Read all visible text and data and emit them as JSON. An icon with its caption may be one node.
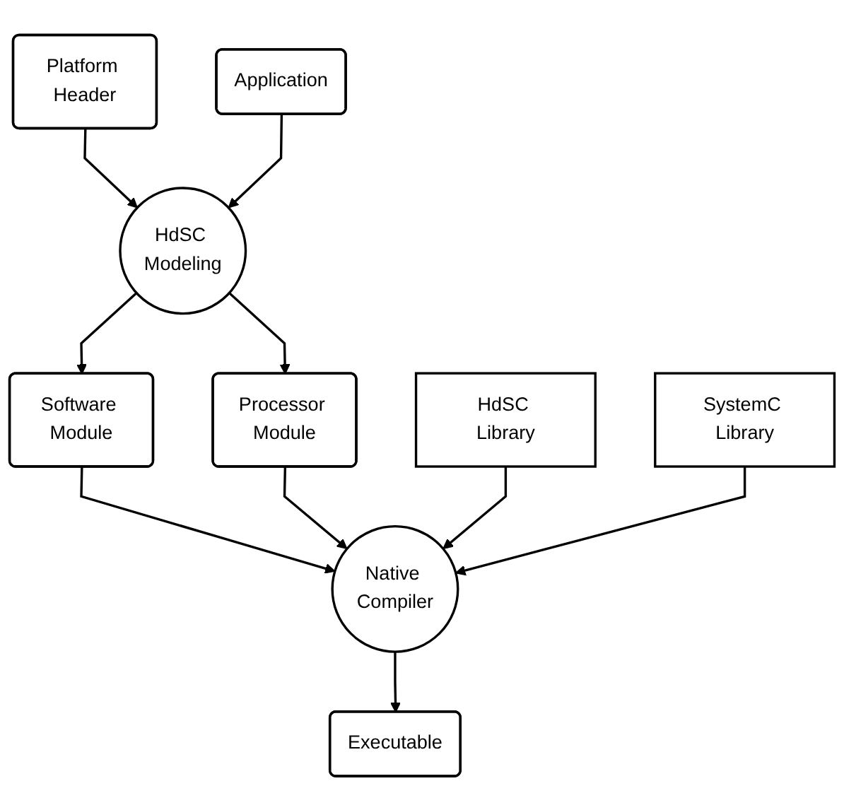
{
  "diagram": {
    "nodes": [
      {
        "text": [
          "Platform Header"
        ]
      },
      {
        "text": [
          "Application"
        ]
      },
      {
        "text": [
          "HdSC Modeling"
        ]
      },
      {
        "text": [
          "Software Module"
        ]
      },
      {
        "text": [
          "Processor Module"
        ]
      },
      {
        "text": [
          "HdSC Library"
        ]
      },
      {
        "text": [
          "Native Compiler"
        ]
      },
      {
        "text": [
          "SystemC Library"
        ]
      },
      {
        "text": [
          "Executable"
        ]
      }
    ],
    "edges": [
      {
        "from": 0,
        "to": 2,
        "arrow": "to"
      },
      {
        "from": 1,
        "to": 2,
        "arrow": "to"
      },
      {
        "from": 2,
        "to": 3,
        "arrow": "to"
      },
      {
        "from": 2,
        "to": 4,
        "arrow": "to"
      },
      {
        "from": 3,
        "to": 6,
        "arrow": "to"
      },
      {
        "from": 4,
        "to": 6,
        "arrow": "to"
      },
      {
        "from": 5,
        "to": 6,
        "arrow": "to"
      },
      {
        "from": 7,
        "to": 6,
        "arrow": "to"
      },
      {
        "from": 6,
        "to": 8,
        "arrow": "to"
      }
    ]
  }
}
